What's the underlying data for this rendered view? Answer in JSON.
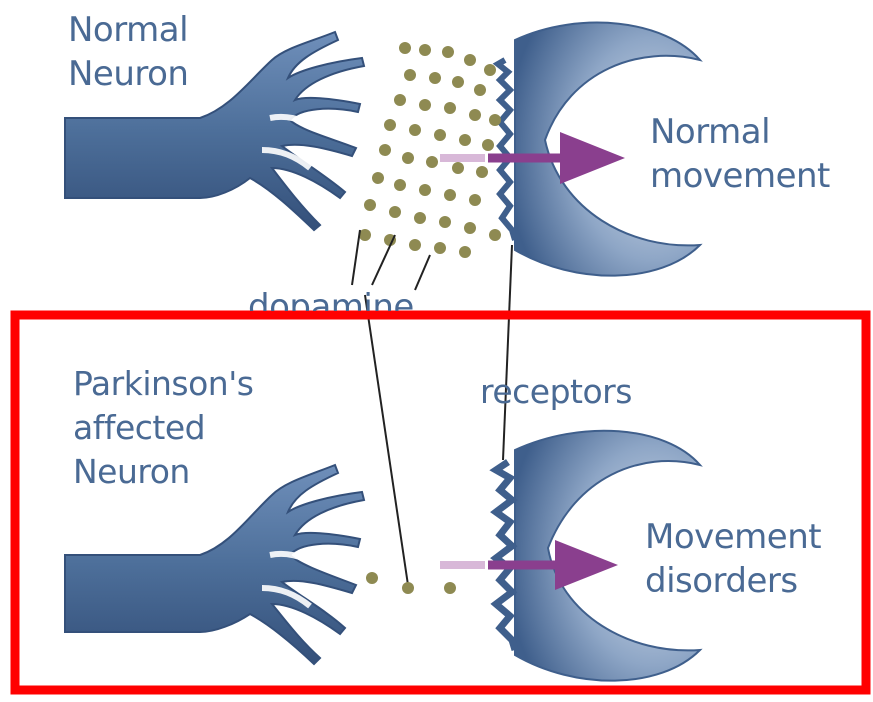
{
  "labels": {
    "normal_neuron": [
      "Normal",
      "Neuron"
    ],
    "normal_movement": [
      "Normal",
      "movement"
    ],
    "dopamine": "dopamine",
    "parkinsons_neuron": [
      "Parkinson's",
      "affected",
      "Neuron"
    ],
    "receptors": "receptors",
    "movement_disorders": [
      "Movement",
      "disorders"
    ]
  },
  "colors": {
    "neuron": "#4d6f9a",
    "neuron_dark": "#34507a",
    "dopamine": "#8e8a52",
    "arrow": "#8a3f8e",
    "text": "#4a6a94",
    "highlight_frame": "#ff0000"
  }
}
